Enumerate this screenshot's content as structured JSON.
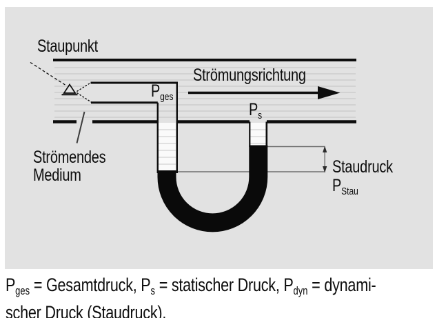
{
  "figure": {
    "labels": {
      "staupunkt": "Staupunkt",
      "stroemungsrichtung": "Strömungsrichtung",
      "p_ges": {
        "base": "P",
        "sub": "ges"
      },
      "p_s": {
        "base": "P",
        "sub": "s"
      },
      "stroemendes_medium": {
        "line1": "Strömendes",
        "line2": "Medium"
      },
      "staudruck": {
        "line1": "Staudruck",
        "base": "P",
        "sub": "Stau"
      }
    },
    "caption": {
      "seg1": {
        "base": "P",
        "sub": "ges",
        "text": " = Gesamtdruck, "
      },
      "seg2": {
        "base": "P",
        "sub": "s",
        "text": " = statischer Druck, "
      },
      "seg3": {
        "base": "P",
        "sub": "dyn",
        "text": " = dynami-"
      },
      "line2": "scher Druck (Staudruck)."
    },
    "colors": {
      "page_bg": "#ffffff",
      "panel_bg": "#e2e2e2",
      "streamline": "#c9c9c9",
      "tube_fill": "#fafafa",
      "tube_stripe": "#d2d2d2",
      "ink": "#0d0d0d",
      "manometer_fluid": "#0a0a0a",
      "dimension_line": "#6f6f6f"
    }
  }
}
